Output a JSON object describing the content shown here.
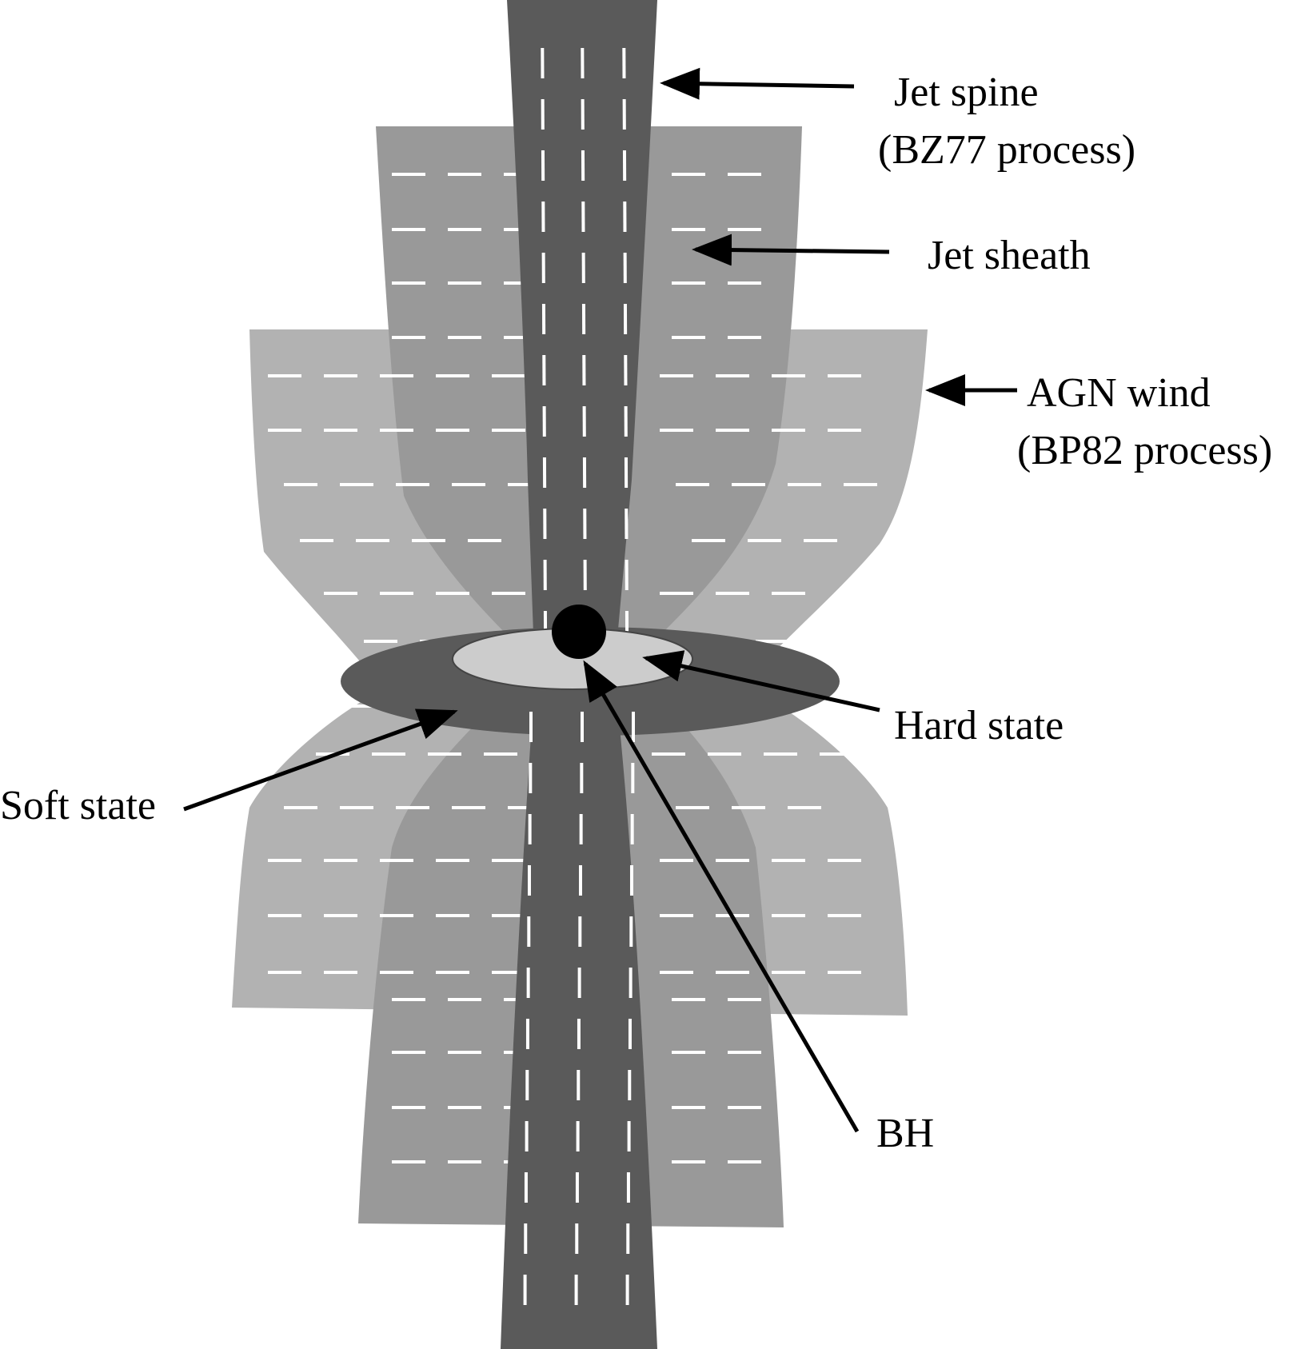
{
  "diagram": {
    "labels": {
      "jet_spine": [
        "Jet spine",
        "(BZ77 process)"
      ],
      "jet_sheath": "Jet sheath",
      "agn_wind": [
        "AGN wind",
        "(BP82 process)"
      ],
      "hard_state": "Hard state",
      "soft_state": "Soft state",
      "bh": "BH"
    },
    "colors": {
      "wind": "#b2b2b2",
      "sheath": "#999999",
      "spine": "#5a5a5a",
      "soft_disk": "#5a5a5a",
      "hard_disk": "#cccccc",
      "black_hole": "#000000",
      "flow_dash": "#ffffff"
    }
  }
}
